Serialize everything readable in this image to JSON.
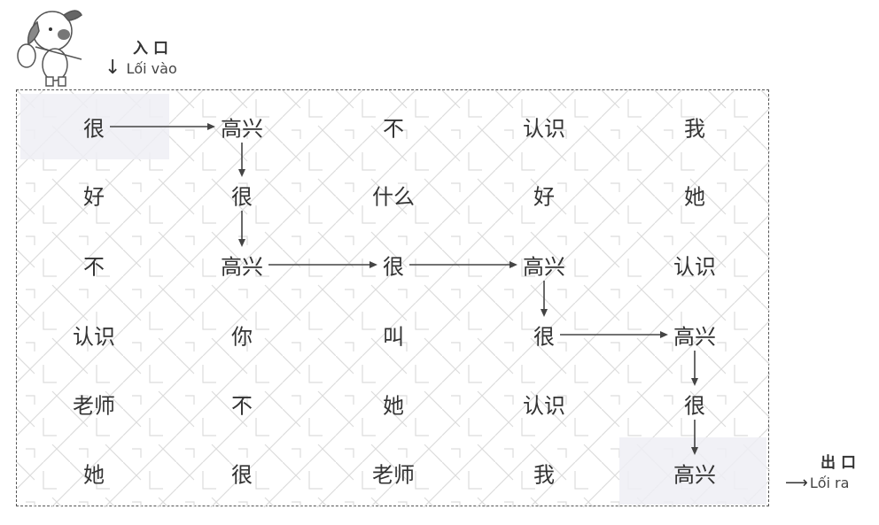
{
  "entrance": {
    "zh": "入口",
    "vi": "Lối vào"
  },
  "exit": {
    "zh": "出口",
    "vi": "Lối ra"
  },
  "grid": [
    [
      "很",
      "高兴",
      "不",
      "认识",
      "我"
    ],
    [
      "好",
      "很",
      "什么",
      "好",
      "她"
    ],
    [
      "不",
      "高兴",
      "很",
      "高兴",
      "认识"
    ],
    [
      "认识",
      "你",
      "叫",
      "很",
      "高兴"
    ],
    [
      "老师",
      "不",
      "她",
      "认识",
      "很"
    ],
    [
      "她",
      "很",
      "老师",
      "我",
      "高兴"
    ]
  ],
  "path": [
    [
      0,
      0
    ],
    [
      0,
      1
    ],
    [
      1,
      1
    ],
    [
      2,
      1
    ],
    [
      2,
      2
    ],
    [
      2,
      3
    ],
    [
      3,
      3
    ],
    [
      3,
      4
    ],
    [
      4,
      4
    ],
    [
      5,
      4
    ]
  ],
  "colors": {
    "ink": "#333333",
    "maze_lines": "#d8d8d8",
    "shade": "#eeeef4"
  }
}
